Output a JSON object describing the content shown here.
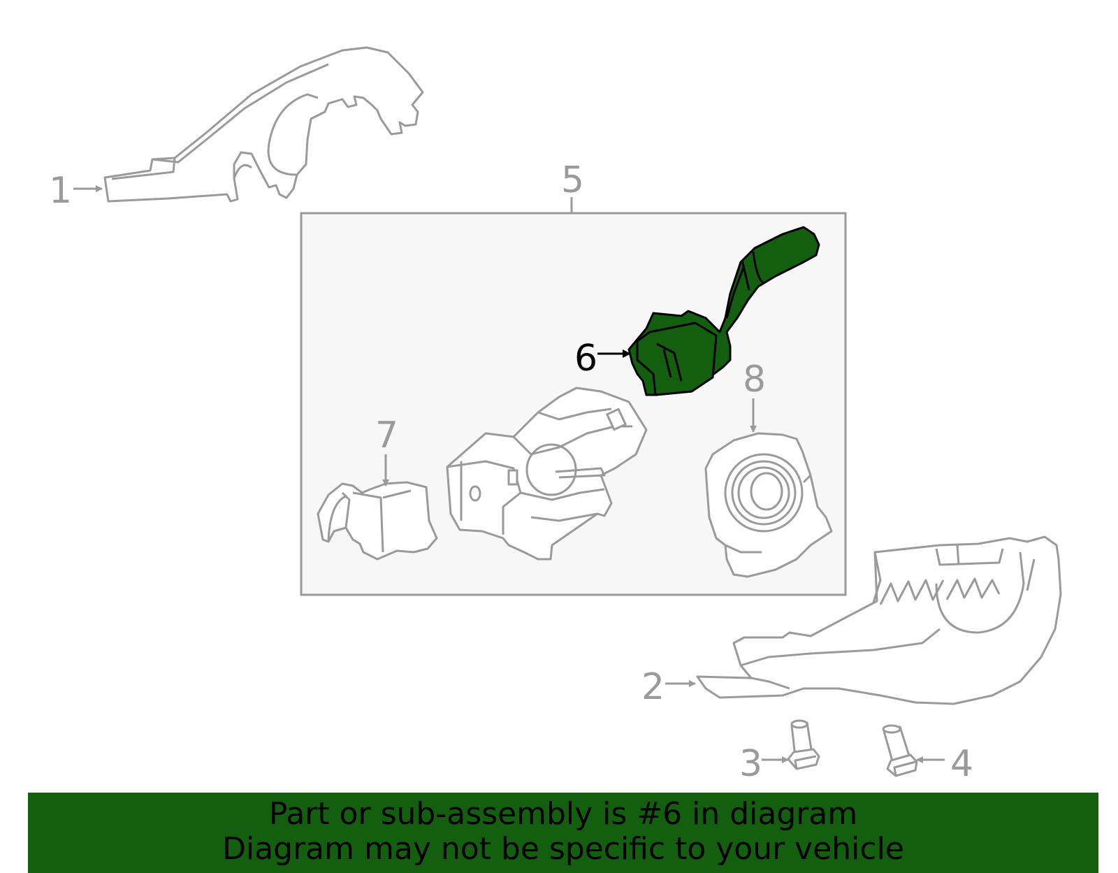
{
  "callouts": {
    "c1": "1",
    "c2": "2",
    "c3": "3",
    "c4": "4",
    "c5": "5",
    "c6": "6",
    "c7": "7",
    "c8": "8"
  },
  "highlighted_part": "6",
  "colors": {
    "highlight_fill": "#135e0f",
    "line": "#9a9a9a",
    "inset_box_fill": "#f7f7f7",
    "banner_background": "#135e0f"
  },
  "banner": {
    "line1": "Part or sub-assembly is #6 in diagram",
    "line2": "Diagram may not be specific to your vehicle"
  }
}
